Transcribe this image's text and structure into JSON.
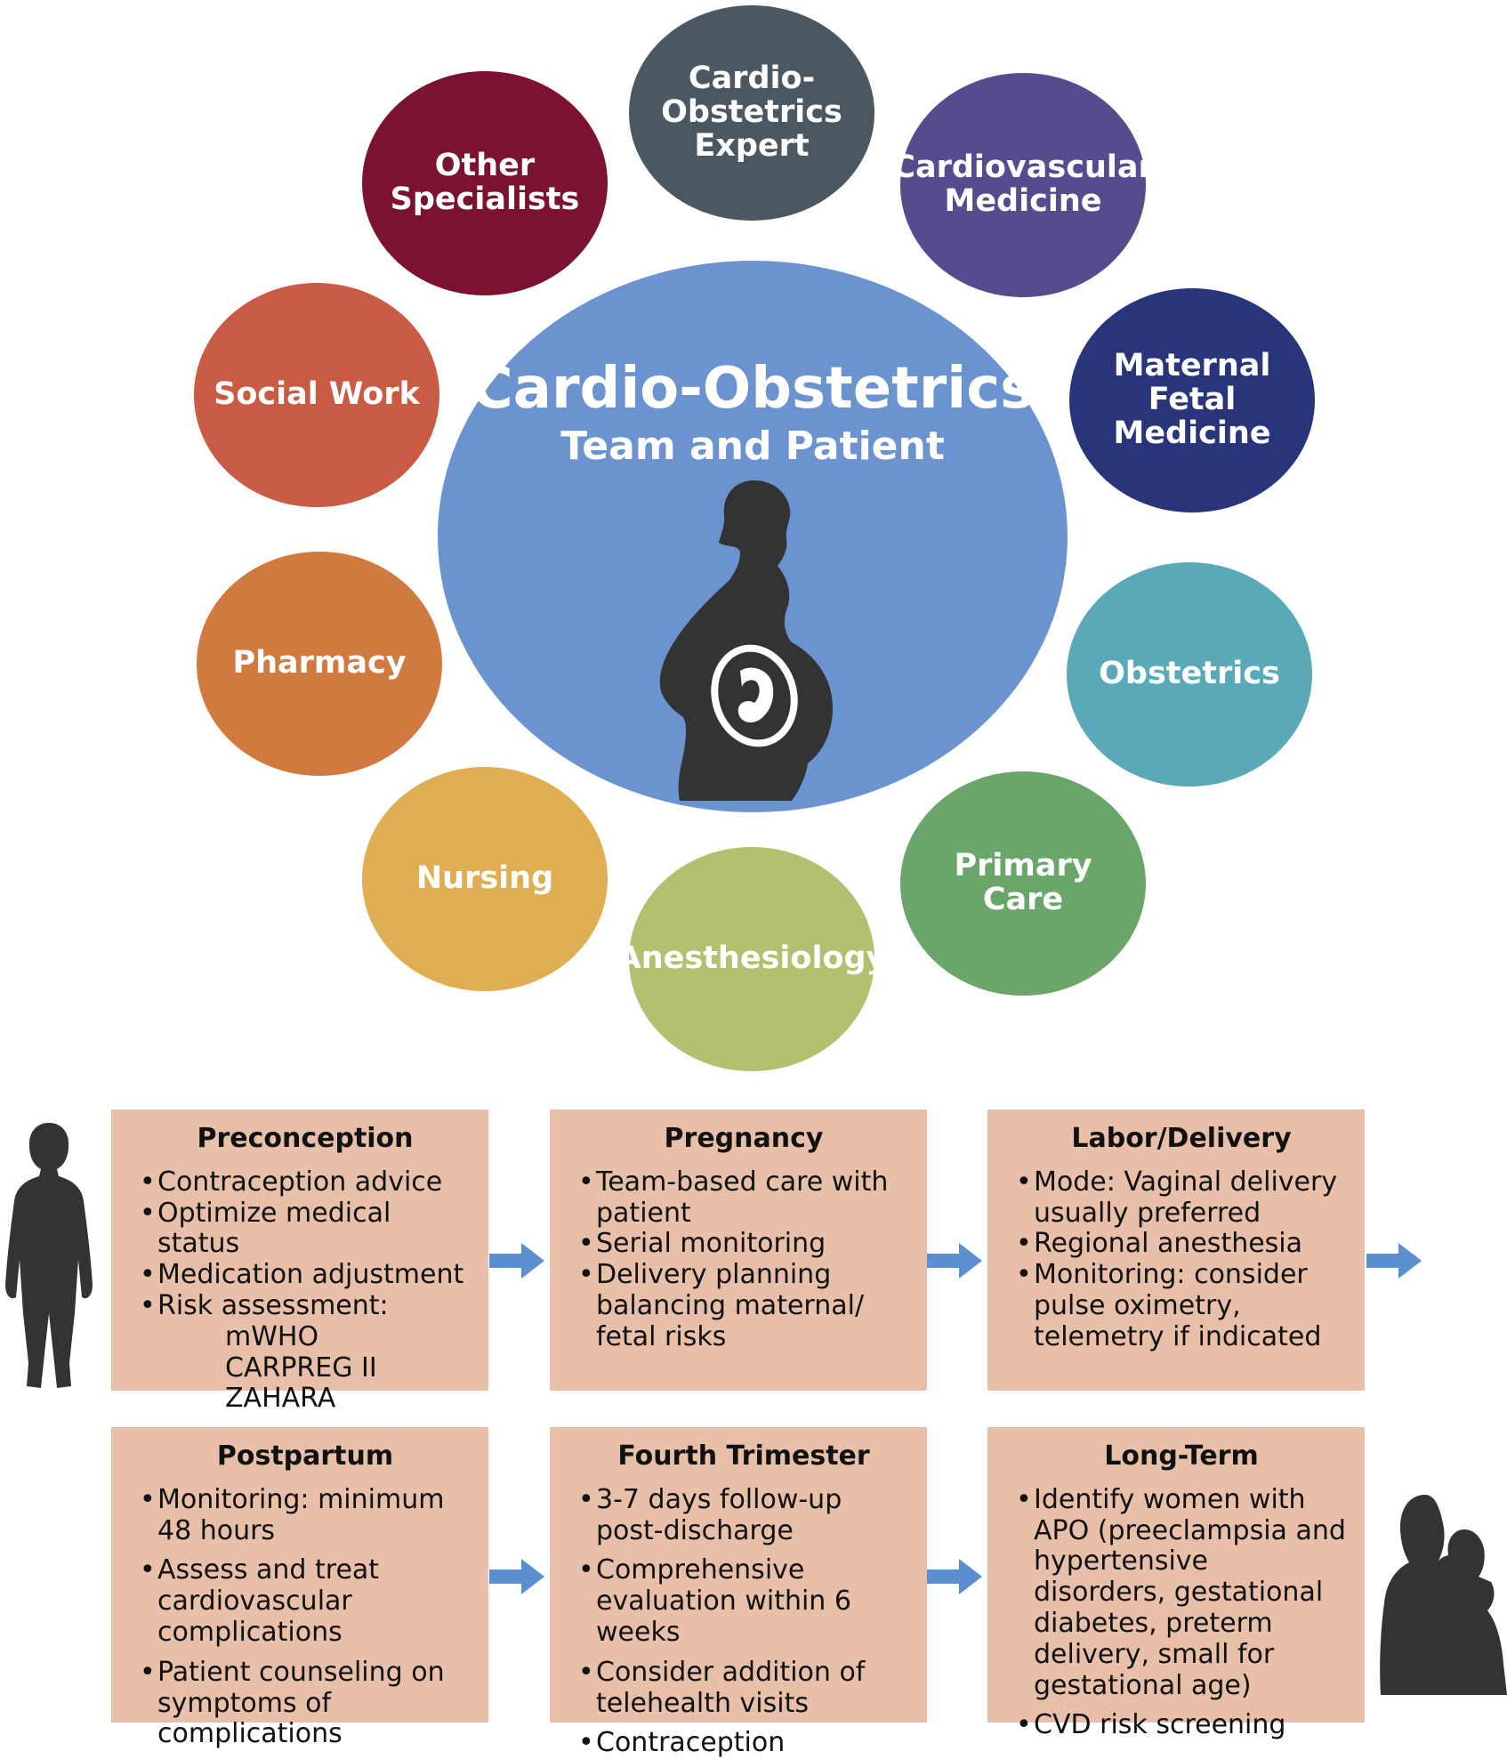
{
  "center": {
    "title": "Cardio-Obstetrics",
    "subtitle": "Team and Patient",
    "color": "#6a93cf",
    "icon": "pregnant-woman-icon"
  },
  "team": [
    {
      "lines": [
        "Cardio-",
        "Obstetrics",
        "Expert"
      ],
      "color": "#4b5862"
    },
    {
      "lines": [
        "Cardiovascular",
        "Medicine"
      ],
      "color": "#574b8e"
    },
    {
      "lines": [
        "Maternal",
        "Fetal",
        "Medicine"
      ],
      "color": "#29357a"
    },
    {
      "lines": [
        "Obstetrics"
      ],
      "color": "#5aa9b9"
    },
    {
      "lines": [
        "Primary Care"
      ],
      "color": "#6aa66a"
    },
    {
      "lines": [
        "Anesthesiology"
      ],
      "color": "#b2c070"
    },
    {
      "lines": [
        "Nursing"
      ],
      "color": "#e0ae52"
    },
    {
      "lines": [
        "Pharmacy"
      ],
      "color": "#d17a3f"
    },
    {
      "lines": [
        "Social Work"
      ],
      "color": "#c95a44"
    },
    {
      "lines": [
        "Other",
        "Specialists"
      ],
      "color": "#7a1230"
    }
  ],
  "stages": [
    {
      "title": "Preconception",
      "items": [
        "Contraception advice",
        "Optimize medical status",
        "Medication adjustment",
        "Risk assessment:"
      ],
      "subitems": [
        "mWHO",
        "CARPREG II",
        "ZAHARA"
      ]
    },
    {
      "title": "Pregnancy",
      "items": [
        "Team-based care with patient",
        "Serial monitoring",
        "Delivery planning balancing maternal/ fetal risks"
      ]
    },
    {
      "title": "Labor/Delivery",
      "items": [
        "Mode: Vaginal delivery usually preferred",
        "Regional anesthesia",
        "Monitoring: consider pulse oximetry, telemetry if indicated"
      ]
    },
    {
      "title": "Postpartum",
      "items": [
        "Monitoring: minimum 48 hours",
        "Assess and  treat cardiovascular complications",
        "Patient counseling on symptoms of complications"
      ]
    },
    {
      "title": "Fourth Trimester",
      "items": [
        "3-7 days follow-up post-discharge",
        "Comprehensive evaluation within 6 weeks",
        "Consider addition of telehealth visits",
        "Contraception"
      ]
    },
    {
      "title": "Long-Term",
      "items": [
        "Identify women with APO (preeclampsia and hypertensive disorders, gestational diabetes, preterm delivery, small for gestational age)",
        "CVD risk screening"
      ]
    }
  ],
  "colors": {
    "box_fill": "#e8bfa8",
    "arrow": "#5b8fd0",
    "silhouette": "#333333"
  },
  "icons": [
    "woman-silhouette-icon",
    "mother-child-silhouette-icon",
    "right-arrow-icon"
  ]
}
